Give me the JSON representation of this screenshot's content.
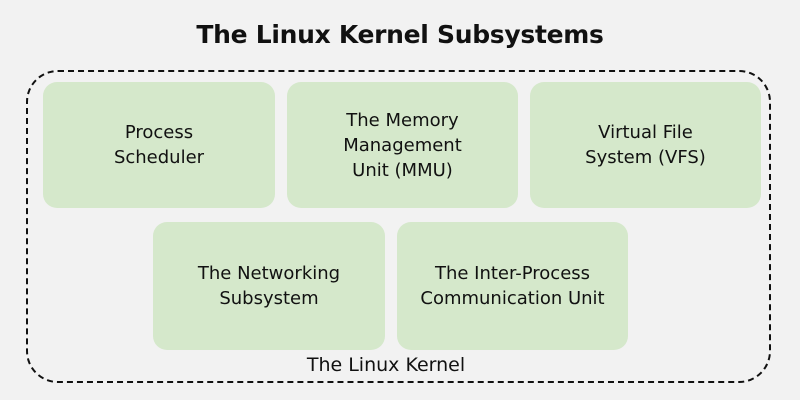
{
  "title": "The Linux Kernel Subsystems",
  "container": {
    "label": "The Linux Kernel"
  },
  "subsystems": [
    {
      "label": "Process\nScheduler"
    },
    {
      "label": "The Memory\nManagement\nUnit (MMU)"
    },
    {
      "label": "Virtual File\nSystem (VFS)"
    },
    {
      "label": "The Networking\nSubsystem"
    },
    {
      "label": "The Inter-Process\nCommunication Unit"
    }
  ],
  "colors": {
    "background": "#f2f2f2",
    "box_fill": "#d5e8cb",
    "text": "#111111",
    "border": "#111111"
  }
}
